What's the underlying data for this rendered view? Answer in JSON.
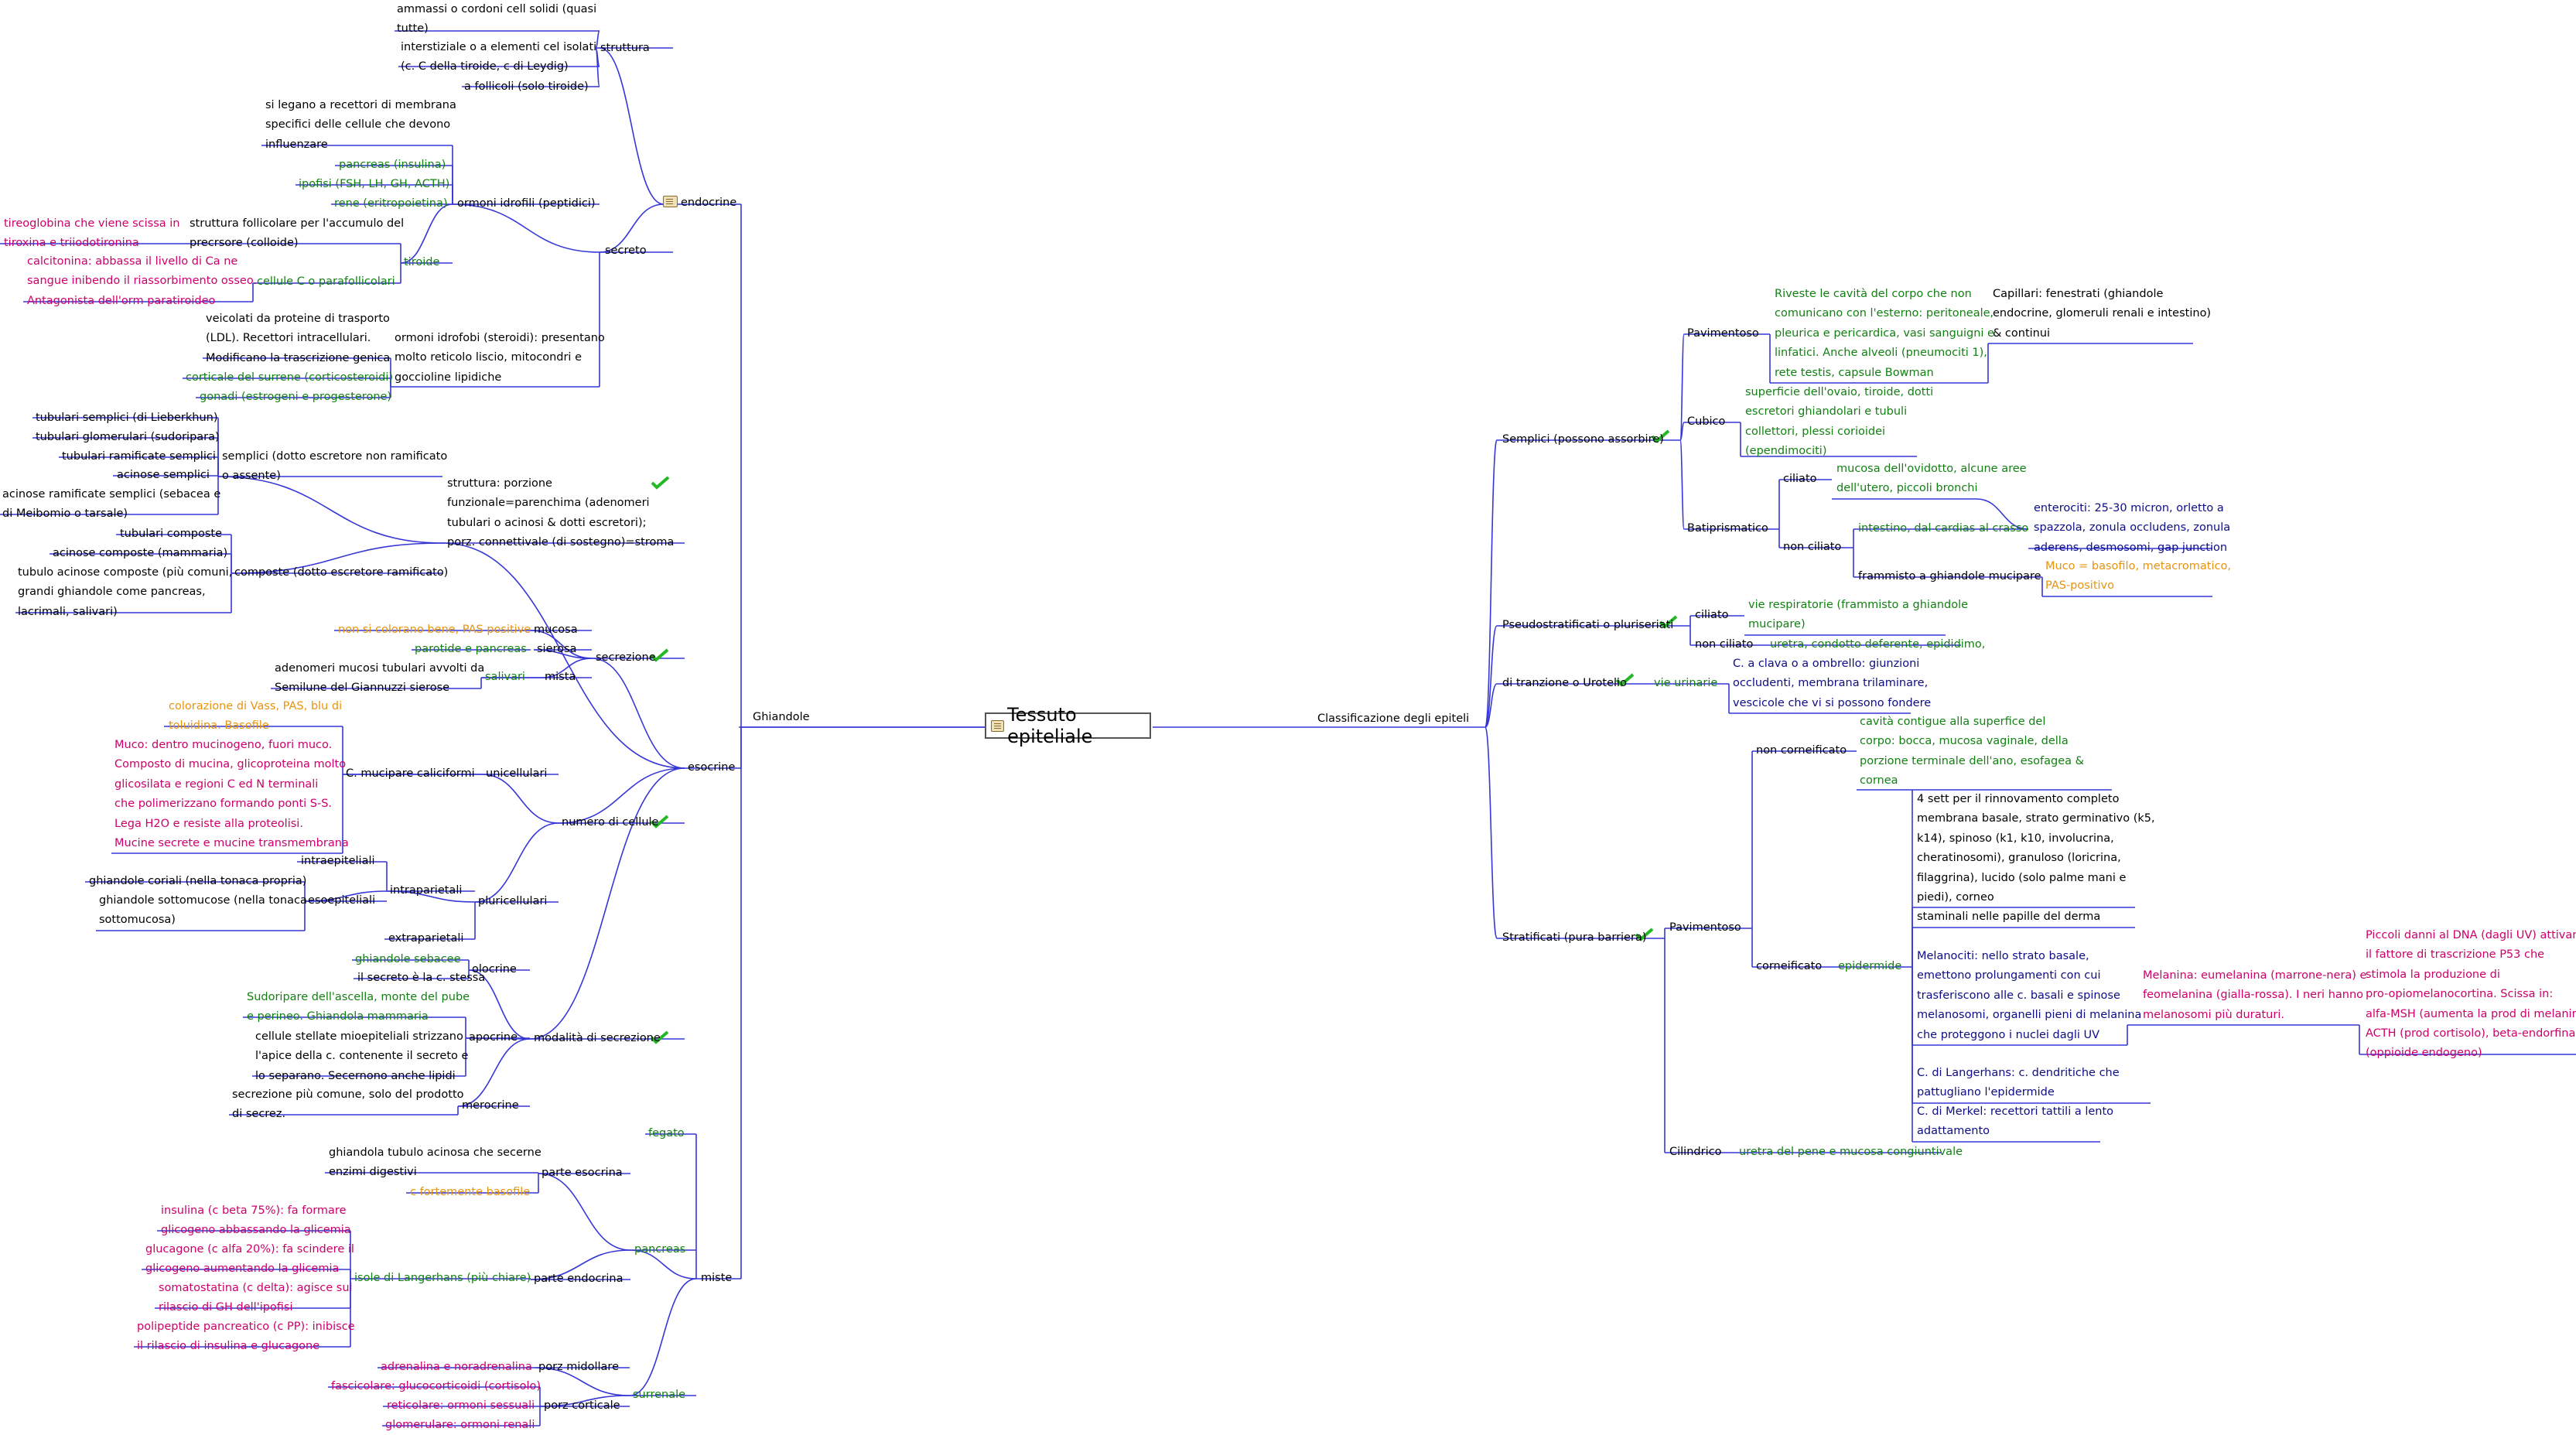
{
  "root": {
    "title": "Tessuto epiteliale"
  },
  "colors": {
    "edge": "#3737d6",
    "green": "#138013",
    "magenta": "#cc006a",
    "navy": "#0d0d85",
    "orange": "#e8930c",
    "check": "#25b825"
  },
  "left": {
    "ghiandole": "Ghiandole",
    "endocrine": "endocrine",
    "struttura": "struttura",
    "str_cordoni": [
      "ammassi o cordoni cell solidi (quasi",
      "tutte)"
    ],
    "str_interstiziale": [
      "interstiziale o a elementi cel isolati",
      "(c. C della tiroide, c di Leydig)"
    ],
    "str_follicoli": "a follicoli (solo tiroide)",
    "secreto": "secreto",
    "ormoni_idrofili": "ormoni idrofili (peptidici)",
    "si_legano": [
      "si legano a recettori di membrana",
      "specifici delle cellule che devono",
      "influenzare"
    ],
    "pancreas_insulina": "pancreas (insulina)",
    "ipofisi": "ipofisi (FSH, LH, GH, ACTH)",
    "rene": "rene (eritropoietina)",
    "tiroide": "tiroide",
    "struttura_follicolare": [
      "struttura follicolare per l'accumulo del",
      "precrsore (colloide)"
    ],
    "tireoglobina": [
      "tireoglobina che viene scissa in",
      "tiroxina e triiodotironina"
    ],
    "cellule_c": "cellule C o parafollicolari",
    "calcitonina": [
      "calcitonina: abbassa il livello di Ca ne",
      "sangue inibendo il riassorbimento osseo.",
      "Antagonista dell'orm paratiroideo"
    ],
    "ormoni_idrofobi": [
      "ormoni idrofobi (steroidi): presentano",
      "molto reticolo liscio, mitocondri e",
      "goccioline lipidiche"
    ],
    "veicolati": [
      "veicolati da proteine di trasporto",
      "(LDL). Recettori intracellulari.",
      "Modificano la trascrizione genica"
    ],
    "corticale": "corticale del surrene (corticosteroidi)",
    "gonadi": "gonadi (estrogeni e progesterone)",
    "esocrine": "esocrine",
    "struttura_porzione": [
      "struttura: porzione",
      "funzionale=parenchima (adenomeri",
      "tubulari o acinosi & dotti escretori);",
      "porz. connettivale (di sostegno)=stroma"
    ],
    "semplici": [
      "semplici (dotto escretore non ramificato",
      "o assente)"
    ],
    "tubulari_semplici": "tubulari semplici (di Lieberkhun)",
    "tubulari_glomerulari": "tubulari glomerulari (sudoripara)",
    "tubulari_ramificate": "tubulari ramificate semplici",
    "acinose_semplici": "acinose semplici",
    "acinose_ramificate": [
      "acinose ramificate semplici (sebacea e",
      "di Meibomio o tarsale)"
    ],
    "composte": "composte (dotto escretore ramificato)",
    "tubulari_composte": "tubulari composte",
    "acinose_composte": "acinose composte (mammaria)",
    "tubulo_acinose": [
      "tubulo acinose composte (più comuni,",
      "grandi ghiandole come pancreas,",
      "lacrimali, salivari)"
    ],
    "secrezione": "secrezione",
    "mucosa": "mucosa",
    "mucosa_note": "non si colorano bene, PAS positive",
    "sierosa": "sierosa",
    "sierosa_note": "parotide e pancreas",
    "mista": "mista",
    "salivari": "salivari",
    "adenomeri_mucosi": [
      "adenomeri mucosi tubulari avvolti da",
      "Semilune del Giannuzzi sierose"
    ],
    "numero_cellule": "numero di cellule",
    "unicellulari": "unicellulari",
    "c_mucipare": "C. mucipare caliciformi",
    "colorazione_vass": [
      "colorazione di Vass, PAS, blu di",
      "toluidina. Basofile"
    ],
    "muco": [
      "Muco: dentro mucinogeno, fuori muco.",
      "Composto di mucina, glicoproteina molto",
      "glicosilata e regioni C ed N terminali",
      "che polimerizzano formando ponti S-S.",
      "Lega H2O e resiste alla proteolisi.",
      "Mucine secrete e mucine transmembrana"
    ],
    "pluricellulari": "pluricellulari",
    "intraepiteliali": "intraepiteliali",
    "intraparietali": "intraparietali",
    "esoepiteliali": "esoepiteliali",
    "ghiandole_coriali": "ghiandole coriali (nella tonaca propria)",
    "ghiandole_sottomucose": [
      "ghiandole sottomucose (nella tonaca",
      "sottomucosa)"
    ],
    "extraparietali": "extraparietali",
    "modalita": "modalità di secrezione",
    "olocrine": "olocrine",
    "ghiandole_sebacee": "ghiandole sebacee",
    "secreto_cellula": "il secreto è la c. stessa",
    "apocrine": "apocrine",
    "sudoripare": [
      "Sudoripare dell'ascella, monte del pube",
      "e perineo. Ghiandola mammaria"
    ],
    "cellule_stellate": [
      "cellule stellate mioepiteliali strizzano",
      "l'apice della c. contenente il secreto e",
      "lo separano. Secernono anche lipidi"
    ],
    "merocrine": "merocrine",
    "secrezione_comune": [
      "secrezione più comune, solo del prodotto",
      "di secrez."
    ],
    "miste": "miste",
    "fegato": "fegato",
    "pancreas": "pancreas",
    "parte_esocrina": "parte esocrina",
    "ghiandola_tubulo": [
      "ghiandola tubulo acinosa che secerne",
      "enzimi digestivi"
    ],
    "c_fortemente": "c fortemente basofile",
    "parte_endocrina": "parte endocrina",
    "isole": "isole di Langerhans (più chiare)",
    "insulina": [
      "insulina (c beta 75%): fa formare",
      "glicogeno abbassando la glicemia"
    ],
    "glucagone": [
      "glucagone (c alfa 20%): fa scindere il",
      "glicogeno aumentando la glicemia"
    ],
    "somatostatina": [
      "somatostatina (c delta): agisce sul",
      "rilascio di GH dell'ipofisi"
    ],
    "polipeptide": [
      "polipeptide pancreatico (c PP): inibisce",
      "il rilascio di insulina e glucagone"
    ],
    "surrenale": "surrenale",
    "porz_midollare": "porz midollare",
    "adrenalina": "adrenalina e noradrenalina",
    "porz_corticale": "porz corticale",
    "fascicolare": "fascicolare: glucocorticoidi (cortisolo)",
    "reticolare": "reticolare: ormoni sessuali",
    "glomerulare": "glomerulare: ormoni renali"
  },
  "right": {
    "classificazione": "Classificazione degli epiteli",
    "semplici": "Semplici (possono assorbire)",
    "pavimentoso": "Pavimentoso",
    "riveste": [
      "Riveste le cavità del corpo che non",
      "comunicano con l'esterno: peritoneale,",
      "pleurica e pericardica, vasi sanguigni e",
      "linfatici. Anche alveoli (pneumociti 1),",
      "rete testis, capsule Bowman"
    ],
    "capillari": [
      "Capillari: fenestrati (ghiandole",
      "endocrine, glomeruli renali e intestino)",
      "& continui"
    ],
    "cubico": "Cubico",
    "cubico_note": [
      "superficie dell'ovaio, tiroide, dotti",
      "escretori ghiandolari e tubuli",
      "collettori, plessi corioidei",
      "(ependimociti)"
    ],
    "batiprismatico": "Batiprismatico",
    "ciliato": "ciliato",
    "ciliato_note": [
      "mucosa dell'ovidotto, alcune aree",
      "dell'utero, piccoli bronchi"
    ],
    "non_ciliato": "non ciliato",
    "intestino": "intestino, dal cardias al crasso",
    "enterociti": [
      "enterociti: 25-30 micron, orletto a",
      "spazzola, zonula occludens, zonula",
      "aderens, desmosomi, gap junction"
    ],
    "frammisto": "frammisto a ghiandole mucipare",
    "muco_basofilo": [
      "Muco = basofilo, metacromatico,",
      "PAS-positivo"
    ],
    "pseudostratificati": "Pseudostratificati o pluriseriati",
    "pseudo_ciliato": "ciliato",
    "vie_respiratorie": [
      "vie respiratorie (frammisto a ghiandole",
      "mucipare)"
    ],
    "pseudo_non_ciliato": "non ciliato",
    "uretra": "uretra, condotto deferente, epididimo,",
    "transizione": "di tranzione o Urotelio",
    "vie_urinarie": "vie urinarie",
    "c_clava": [
      "C. a clava o a ombrello: giunzioni",
      "occludenti, membrana trilaminare,",
      "vescicole che vi si possono fondere"
    ],
    "stratificati": "Stratificati (pura barriera)",
    "strat_pavimentoso": "Pavimentoso",
    "non_corneificato": "non corneificato",
    "cavita_contigue": [
      "cavità contigue alla superfice del",
      "corpo: bocca, mucosa vaginale, della",
      "porzione terminale dell'ano, esofagea &",
      "cornea"
    ],
    "corneificato": "corneificato",
    "epidermide": "epidermide",
    "rinnovamento": [
      "4 sett per il rinnovamento completo",
      "membrana basale, strato germinativo (k5,",
      "k14), spinoso (k1, k10, involucrina,",
      "cheratinosomi), granuloso (loricrina,",
      "filaggrina), lucido (solo palme mani e",
      "piedi), corneo"
    ],
    "staminali": "staminali nelle papille del derma",
    "melanociti": [
      "Melanociti: nello strato basale,",
      "emettono prolungamenti con cui",
      "trasferiscono alle c. basali e spinose",
      "melanosomi, organelli pieni di melanina",
      "che proteggono i nuclei dagli UV"
    ],
    "melanina": [
      "Melanina: eumelanina (marrone-nera) e",
      "feomelanina (gialla-rossa). I neri hanno",
      "melanosomi più duraturi."
    ],
    "piccoli_danni": [
      "Piccoli danni al DNA (dagli UV) attivano",
      "il fattore di trascrizione P53 che",
      "stimola la produzione di",
      "pro-opiomelanocortina. Scissa in:",
      "alfa-MSH (aumenta la prod di melanina),",
      "ACTH (prod cortisolo), beta-endorfina",
      "(oppioide endogeno)"
    ],
    "langerhans": [
      "C. di Langerhans: c. dendritiche che",
      "pattugliano l'epidermide"
    ],
    "merkel": [
      "C. di Merkel: recettori tattili a lento",
      "adattamento"
    ],
    "cilindrico": "Cilindrico",
    "cilindrico_note": "uretra del pene e mucosa congiuntivale"
  }
}
